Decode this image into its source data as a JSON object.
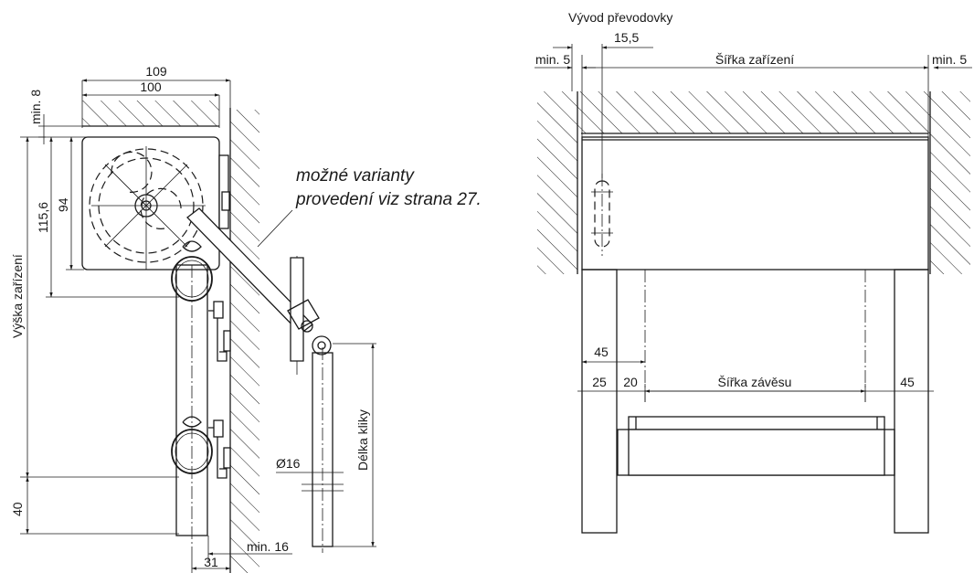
{
  "left_view": {
    "dim_109": "109",
    "dim_100": "100",
    "dim_min8": "min. 8",
    "dim_115_6": "115,6",
    "dim_94": "94",
    "label_height": "Výška zařízení",
    "dim_40": "40",
    "dim_16_dia": "Ø16",
    "label_crank": "Délka kliky",
    "dim_min16": "min. 16",
    "dim_31": "31",
    "note_line1": "možné varianty",
    "note_line2": "provedení viz strana 27."
  },
  "right_view": {
    "label_gear_outlet": "Vývod převodovky",
    "dim_15_5": "15,5",
    "dim_min5_left": "min. 5",
    "label_width": "Šířka zařízení",
    "dim_min5_right": "min. 5",
    "dim_45_top": "45",
    "dim_25": "25",
    "dim_20": "20",
    "label_hang_width": "Šířka závěsu",
    "dim_45_right": "45"
  }
}
